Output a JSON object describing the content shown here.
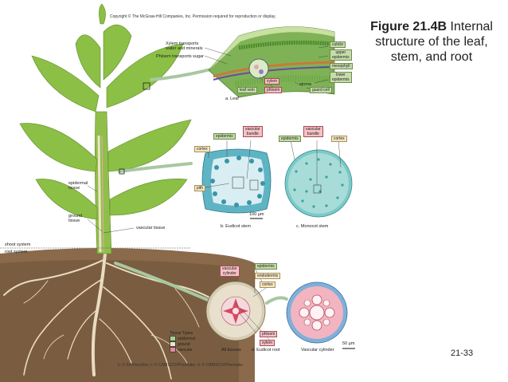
{
  "copyright": "Copyright © The McGraw-Hill Companies, Inc. Permission required for reproduction or display.",
  "title": {
    "figure": "Figure 21.4B",
    "rest": " Internal structure of the leaf, stem, and root"
  },
  "slide_number": "21-33",
  "credits": "b: © Ed Reschke; c: © CABISCO/Phototake; d: © CABISCO/Phototake",
  "leaf": {
    "caption": "a. Leaf",
    "xylem_note": "Xylem transports\nwater and minerals",
    "phloem_note": "Phloem transports sugar",
    "cuticle": "cuticle",
    "upper_epidermis": "upper\nepidermis",
    "mesophyll": "mesophyll",
    "lower_epidermis": "lower\nepidermis",
    "stoma": "stoma",
    "leaf_vein": "leaf vein",
    "xylem": "xylem",
    "phloem": "phloem",
    "guard_cell": "guard cell"
  },
  "stem": {
    "epidermis": "epidermis",
    "vascular_bundle": "vascular\nbundle",
    "cortex": "cortex",
    "pith": "pith",
    "scale": "100 µm",
    "eudicot_caption": "b. Eudicot stem",
    "mono_epidermis": "epidermis",
    "mono_vascular_bundle": "vascular\nbundle",
    "mono_cortex": "cortex",
    "monocot_caption": "c. Monocot stem"
  },
  "plant": {
    "epidermal_tissue": "epidermal\ntissue",
    "ground_tissue": "ground\ntissue",
    "vascular_tissue": "vascular tissue",
    "shoot_system": "shoot system",
    "root_system": "root system"
  },
  "root": {
    "vascular_cylinder": "vascular\ncylinder",
    "epidermis": "epidermis",
    "endodermis": "endodermis",
    "cortex": "cortex",
    "phloem": "phloem",
    "xylem": "xylem",
    "all_tissues": "All tissues",
    "caption": "d. Eudicot root",
    "vascular_cylinder_caption": "Vascular cylinder",
    "scale": "50 µm"
  },
  "legend": {
    "title": "Tissue Types",
    "items": [
      "epidermal",
      "ground",
      "vascular"
    ],
    "colors": [
      "#a8cf85",
      "#f3e2bb",
      "#e68a97"
    ]
  }
}
